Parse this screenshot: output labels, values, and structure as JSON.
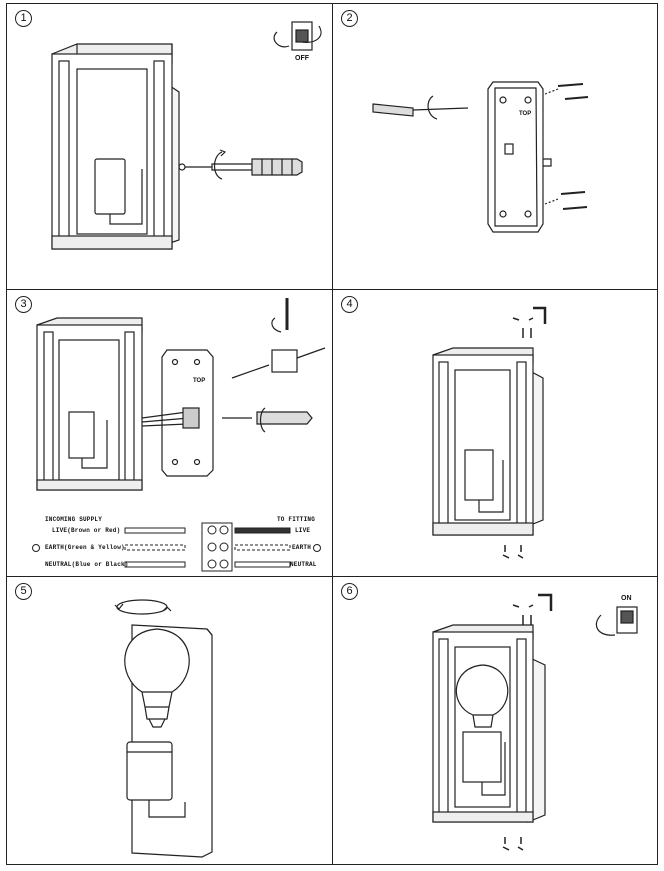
{
  "steps": [
    {
      "number": "1",
      "switch_state": "OFF"
    },
    {
      "number": "2",
      "top_mark": "TOP"
    },
    {
      "number": "3",
      "top_mark": "TOP"
    },
    {
      "number": "4"
    },
    {
      "number": "5"
    },
    {
      "number": "6",
      "switch_state": "ON"
    }
  ],
  "wiring": {
    "incoming": "INCOMING SUPPLY",
    "to_fitting": "TO FITTING",
    "rows": [
      {
        "left": "LIVE(Brown or Red)",
        "right": "LIVE"
      },
      {
        "left": "EARTH(Green & Yellow)",
        "right": "EARTH"
      },
      {
        "left": "NEUTRAL(Blue or Black)",
        "right": "NEUTRAL"
      }
    ]
  },
  "icons": [
    "earth-symbol-icon",
    "screwdriver-icon",
    "light-switch-icon",
    "bulb-icon",
    "allen-key-icon",
    "screw-icon"
  ]
}
